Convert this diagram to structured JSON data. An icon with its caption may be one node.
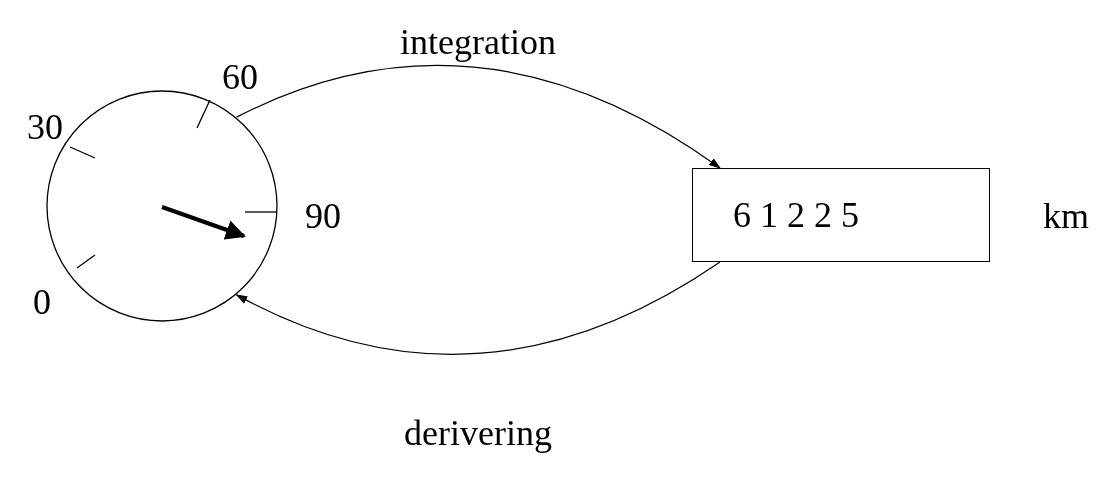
{
  "diagram": {
    "nodes": [
      {
        "text": [],
        "shape": "circle",
        "beside": [
          "60",
          "30",
          "90",
          "0"
        ]
      },
      {
        "text": [
          "6 1 2 2 5"
        ],
        "beside": [
          "km"
        ]
      }
    ],
    "edges": [
      {
        "from": 0,
        "to": 1,
        "arrow": "to",
        "label": "integration"
      },
      {
        "from": 1,
        "to": 0,
        "arrow": "to",
        "label": "derivering"
      }
    ]
  }
}
